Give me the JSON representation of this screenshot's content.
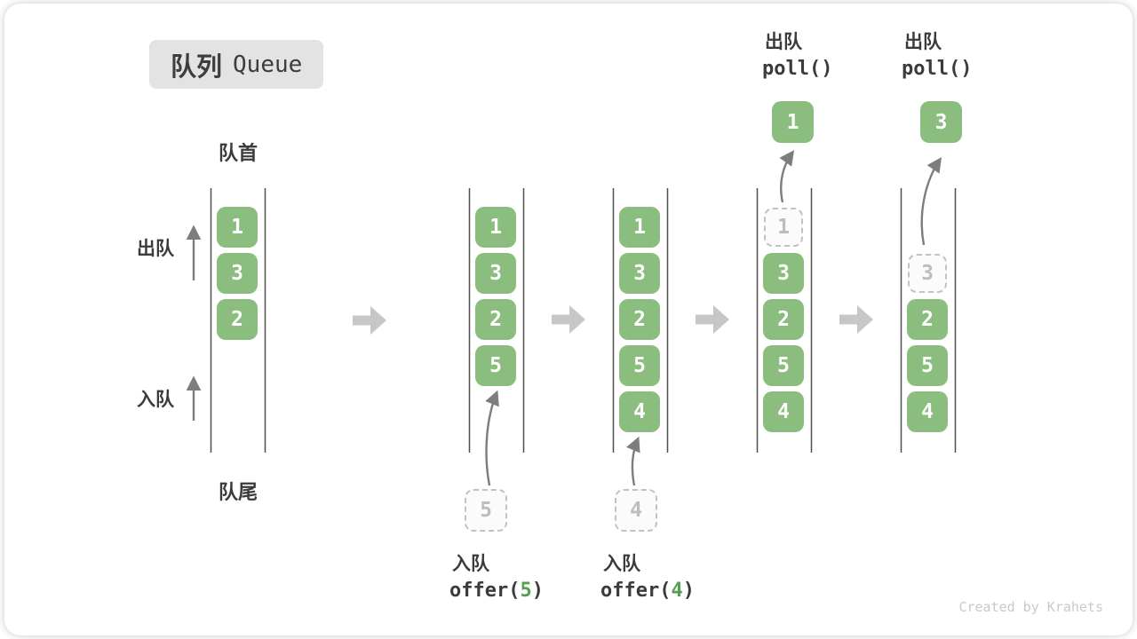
{
  "title": {
    "zh": "队列",
    "en": "Queue"
  },
  "side_labels": {
    "front": "队首",
    "rear": "队尾",
    "dequeue": "出队",
    "enqueue": "入队"
  },
  "poll_ops": [
    {
      "zh": "出队",
      "code": "poll()",
      "value": "1"
    },
    {
      "zh": "出队",
      "code": "poll()",
      "value": "3"
    }
  ],
  "offer_ops": [
    {
      "zh": "入队",
      "code_before": "offer(",
      "arg": "5",
      "code_after": ")"
    },
    {
      "zh": "入队",
      "code_before": "offer(",
      "arg": "4",
      "code_after": ")"
    }
  ],
  "queues": [
    {
      "cells": [
        "1",
        "3",
        "2"
      ]
    },
    {
      "cells": [
        "1",
        "3",
        "2",
        "5"
      ]
    },
    {
      "cells": [
        "1",
        "3",
        "2",
        "5",
        "4"
      ]
    },
    {
      "ghost": "1",
      "cells": [
        "3",
        "2",
        "5",
        "4"
      ]
    },
    {
      "ghost": "3",
      "cells": [
        "2",
        "5",
        "4"
      ]
    }
  ],
  "watermark": "Created by Krahets",
  "colors": {
    "cell_green": "#8bbd7e",
    "code_arg_green": "#55a050",
    "block_arrow_gray": "#c7c7c7",
    "thin_arrow_gray": "#7d7d7d",
    "wall_gray": "#4f4f4f",
    "badge_bg": "#e3e3e3",
    "ghost_gray": "#c2c2c2",
    "watermark_gray": "#c9c9c9"
  }
}
